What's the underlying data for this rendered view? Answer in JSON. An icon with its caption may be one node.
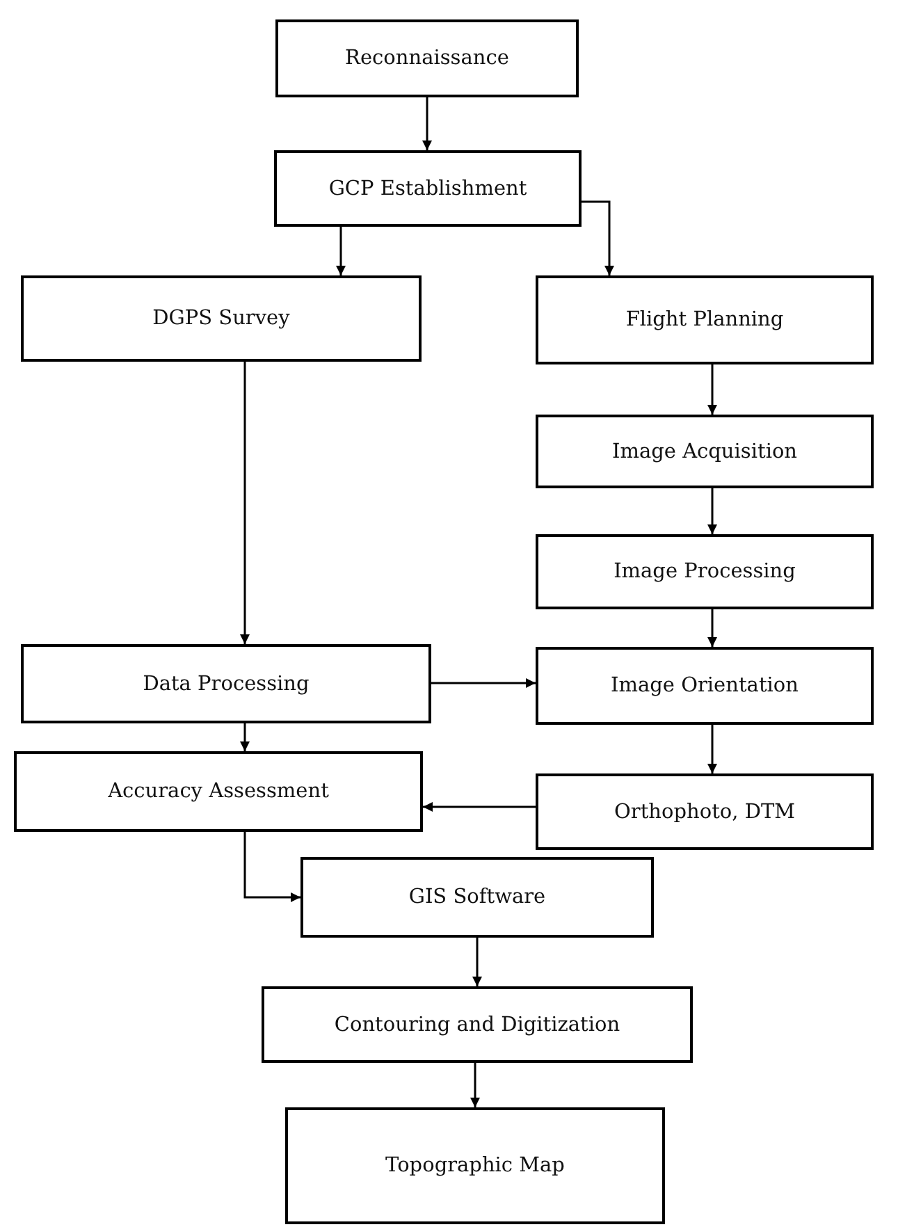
{
  "diagram": {
    "nodes": [
      {
        "text": [
          "Reconnaissance"
        ]
      },
      {
        "text": [
          "GCP Establishment"
        ]
      },
      {
        "text": [
          "DGPS Survey"
        ]
      },
      {
        "text": [
          "Flight Planning"
        ]
      },
      {
        "text": [
          "Image Acquisition"
        ]
      },
      {
        "text": [
          "Image Processing"
        ]
      },
      {
        "text": [
          "Data Processing"
        ]
      },
      {
        "text": [
          "Image Orientation"
        ]
      },
      {
        "text": [
          "Accuracy Assessment"
        ]
      },
      {
        "text": [
          "Orthophoto, DTM"
        ]
      },
      {
        "text": [
          "GIS Software"
        ]
      },
      {
        "text": [
          "Contouring and Digitization"
        ]
      },
      {
        "text": [
          "Topographic Map"
        ]
      }
    ],
    "edges": [
      {
        "from": 0,
        "to": 1,
        "arrow": "to"
      },
      {
        "from": 1,
        "to": 2,
        "arrow": "to"
      },
      {
        "from": 1,
        "to": 3,
        "arrow": "to"
      },
      {
        "from": 2,
        "to": 6,
        "arrow": "to"
      },
      {
        "from": 3,
        "to": 4,
        "arrow": "to"
      },
      {
        "from": 4,
        "to": 5,
        "arrow": "to"
      },
      {
        "from": 5,
        "to": 7,
        "arrow": "to"
      },
      {
        "from": 6,
        "to": 7,
        "arrow": "to"
      },
      {
        "from": 6,
        "to": 8,
        "arrow": "to"
      },
      {
        "from": 7,
        "to": 9,
        "arrow": "to"
      },
      {
        "from": 9,
        "to": 8,
        "arrow": "to"
      },
      {
        "from": 8,
        "to": 10,
        "arrow": "to"
      },
      {
        "from": 10,
        "to": 11,
        "arrow": "to"
      },
      {
        "from": 11,
        "to": 12,
        "arrow": "to"
      }
    ]
  }
}
